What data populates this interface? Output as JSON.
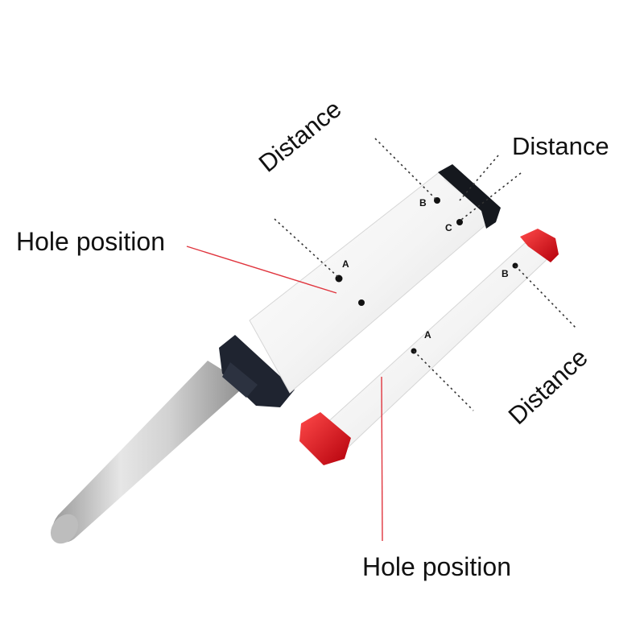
{
  "labels": {
    "hole_position_left": "Hole position",
    "hole_position_bottom": "Hole position",
    "distance_rotated_top": "Distance",
    "distance_right": "Distance",
    "distance_rotated_right": "Distance"
  },
  "hole_markers": {
    "large_a": "A",
    "large_b": "B",
    "large_c": "C",
    "small_a": "A",
    "small_b": "B"
  },
  "colors": {
    "leader_line": "#e0353e",
    "dotted_line": "#333333",
    "red_cap": "#e0101b",
    "dark_cap": "#1f2430",
    "profile_body": "#f2f2f2",
    "rod": "#c8c8c8"
  }
}
